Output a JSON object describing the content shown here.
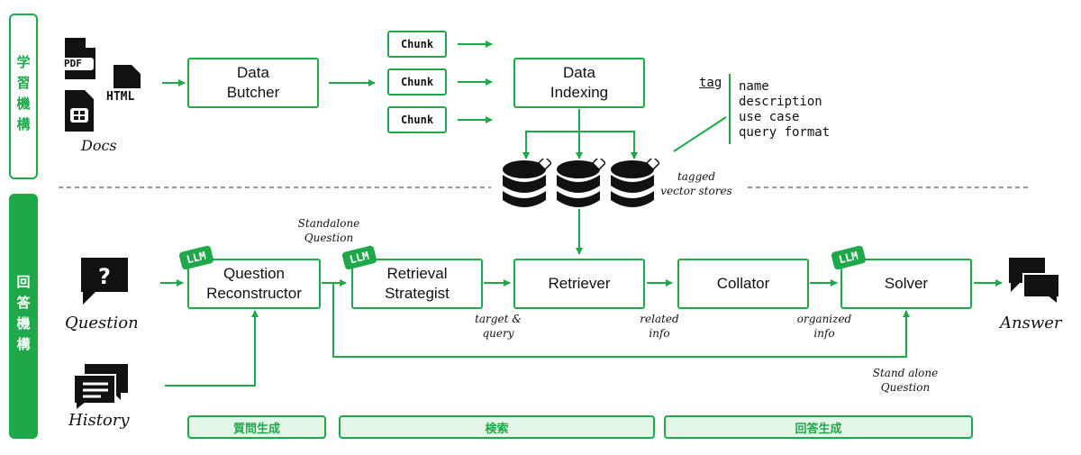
{
  "colors": {
    "accent": "#1ea84a",
    "stage_fill": "#e4f6e8"
  },
  "side_labels": {
    "learning": "学習機構",
    "answering": "回答機構"
  },
  "docs": {
    "pdf_label": "PDF",
    "html_label": "HTML",
    "caption": "Docs"
  },
  "learning": {
    "data_butcher": "Data\nButcher",
    "chunks": [
      "Chunk",
      "Chunk",
      "Chunk"
    ],
    "data_indexing": "Data\nIndexing",
    "vector_stores_label": "tagged\nvector stores",
    "tag": {
      "title": "tag",
      "items": [
        "name",
        "description",
        "use case",
        "query format"
      ]
    }
  },
  "answering": {
    "question_label": "Question",
    "history_label": "History",
    "answer_label": "Answer",
    "llm_badge": "LLM",
    "boxes": {
      "reconstructor": "Question\nReconstructor",
      "strategist": "Retrieval\nStrategist",
      "retriever": "Retriever",
      "collator": "Collator",
      "solver": "Solver"
    },
    "annotations": {
      "standalone_question": "Standalone\nQuestion",
      "target_query": "target &\nquery",
      "related_info": "related\ninfo",
      "organized_info": "organized\ninfo",
      "stand_alone_question": "Stand alone\nQuestion"
    }
  },
  "stages": [
    "質問生成",
    "検索",
    "回答生成"
  ]
}
